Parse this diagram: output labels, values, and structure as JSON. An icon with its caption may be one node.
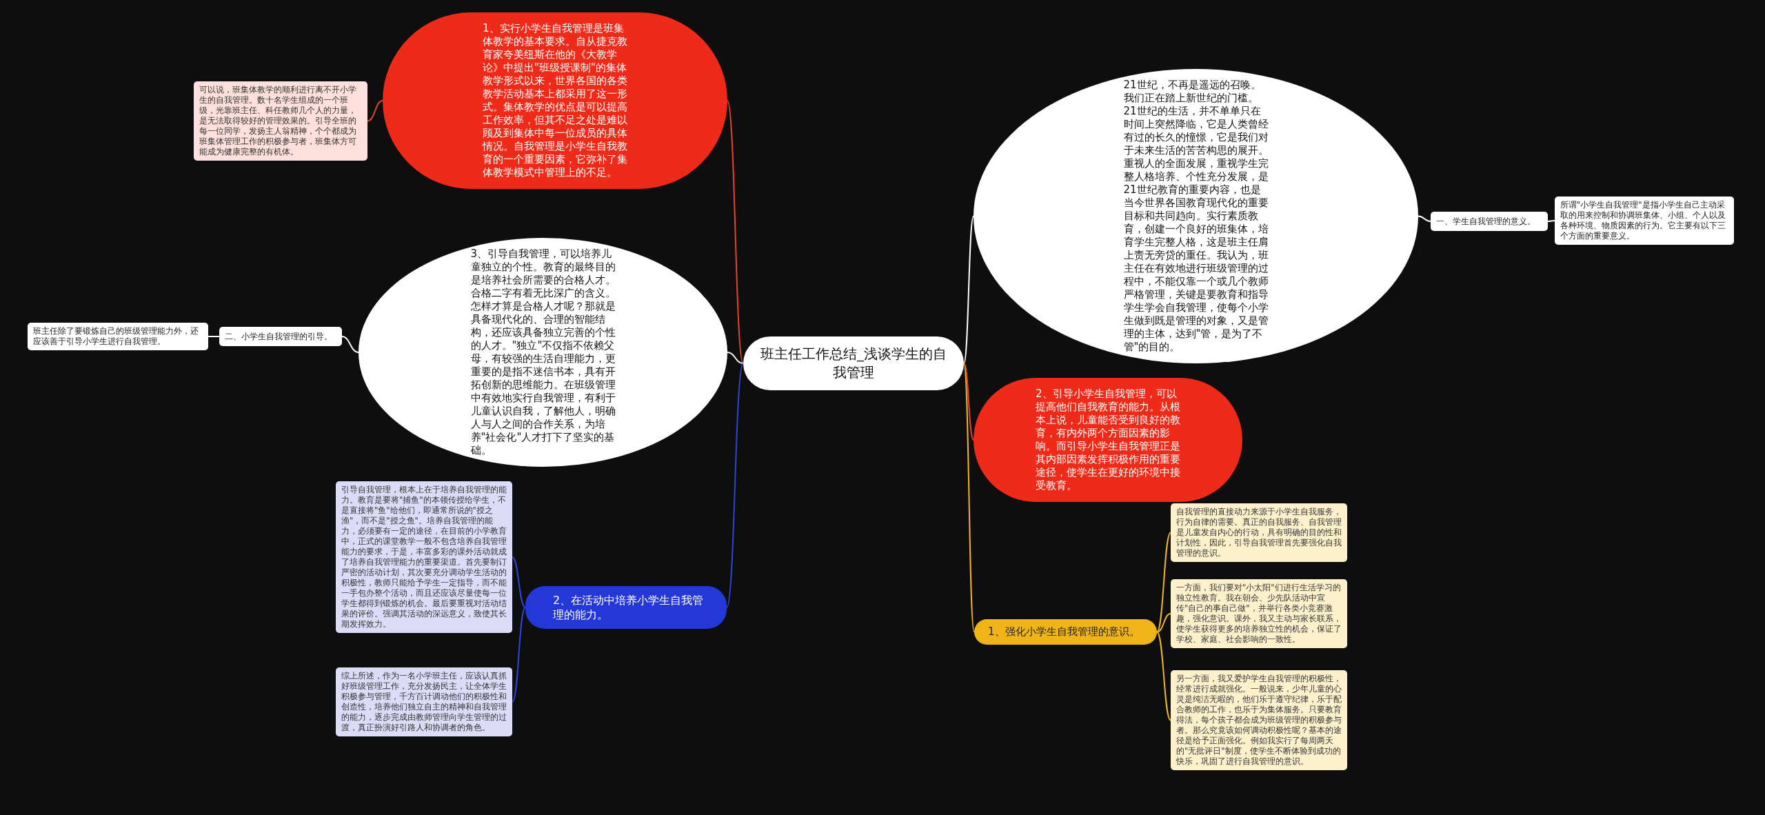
{
  "diagram": {
    "nodes": [
      {
        "text": [
          "班主任工作总结_浅谈学生的自我管理"
        ]
      },
      {
        "text": [
          "一、学生自我管理的意义。"
        ]
      },
      {
        "text": [
          "所谓\"小学生自我管理\"是指小学生自己主动采取的用来控制和协调班集体、小组、个人以及各种环境、物质因素的行为。它主要有以下三个方面的重要意义。"
        ]
      },
      {
        "text": [
          "21世纪，不再是遥远的召唤。我们正在踏上新世纪的门槛。21世纪的生活，并不单单只在时间上突然降临，它是人类曾经有过的长久的憧憬，它是我们对于未来生活的苦苦构思的展开。重视人的全面发展，重视学生完整人格培养、个性充分发展，是21世纪教育的重要内容，也是当今世界各国教育现代化的重要目标和共同趋向。实行素质教育，创建一个良好的班集体，培育学生完整人格，这是班主任肩上责无旁贷的重任。我认为，班主任在有效地进行班级管理的过程中，不能仅靠一个或几个教师严格管理，关键是要教育和指导学生学会自我管理，使每个小学生做到既是管理的对象，又是管理的主体，达到\"管，是为了不管\"的目的。"
        ]
      },
      {
        "text": [
          "1、实行小学生自我管理是班集体教学的基本要求。自从捷克教育家夸美纽斯在他的《大教学论》中提出\"班级授课制\"的集体教学形式以来，世界各国的各类教学活动基本上都采用了这一形式。集体教学的优点是可以提高工作效率，但其不足之处是难以顾及到集体中每一位成员的具体情况。自我管理是小学生自我教育的一个重要因素，它弥补了集体教学模式中管理上的不足。"
        ]
      },
      {
        "text": [
          "可以说，班集体教学的顺利进行离不开小学生的自我管理。数十名学生组成的一个班级，光靠班主任、科任教师几个人的力量，是无法取得较好的管理效果的。引导全班的每一位同学，发扬主人翁精神，个个都成为班集体管理工作的积极参与者，班集体方可能成为健康完整的有机体。"
        ]
      },
      {
        "text": [
          "3、引导自我管理，可以培养儿童独立的个性。教育的最终目的是培养社会所需要的合格人才。合格二字有着无比深广的含义。怎样才算是合格人才呢？那就是具备现代化的、合理的智能结构，还应该具备独立完善的个性的人才。\"独立\"不仅指不依赖父母，有较强的生活自理能力，更重要的是指不迷信书本，具有开拓创新的思维能力。在班级管理中有效地实行自我管理，有利于儿童认识自我，了解他人，明确人与人之间的合作关系，为培养\"社会化\"人才打下了坚实的基础。"
        ]
      },
      {
        "text": [
          "二、小学生自我管理的引导。"
        ]
      },
      {
        "text": [
          "班主任除了要锻炼自己的班级管理能力外，还应该善于引导小学生进行自我管理。"
        ]
      },
      {
        "text": [
          "2、引导小学生自我管理，可以提高他们自我教育的能力。从根本上说，儿童能否受到良好的教育，有内外两个方面因素的影响。而引导小学生自我管理正是其内部因素发挥积极作用的重要途径，使学生在更好的环境中接受教育。"
        ]
      },
      {
        "text": [
          "2、在活动中培养小学生自我管理的能力。"
        ]
      },
      {
        "text": [
          "引导自我管理，根本上在于培养自我管理的能力。教育是要将\"捕鱼\"的本领传授给学生，不是直接将\"鱼\"给他们，即通常所说的\"授之渔\"，而不是\"授之鱼\"。培养自我管理的能力，必须要有一定的途径，在目前的小学教育中，正式的课堂教学一般不包含培养自我管理能力的要求，于是，丰富多彩的课外活动就成了培养自我管理能力的重要渠道。首先要制订严密的活动计划，其次要充分调动学生活动的积极性，教师只能给予学生一定指导，而不能一手包办整个活动，而且还应该尽量使每一位学生都得到锻炼的机会。最后要重视对活动结果的评价。强调其活动的深远意义，致使其长期发挥效力。"
        ]
      },
      {
        "text": [
          "综上所述，作为一名小学班主任，应该认真抓好班级管理工作，充分发扬民主，让全体学生积极参与管理，千方百计调动他们的积极性和创造性，培养他们独立自主的精神和自我管理的能力，逐步完成由教师管理向学生管理的过渡，真正扮演好引路人和协调者的角色。"
        ]
      },
      {
        "text": [
          "1、强化小学生自我管理的意识。"
        ]
      },
      {
        "text": [
          "自我管理的直接动力来源于小学生自我服务，行为自律的需要。真正的自我服务、自我管理是儿童发自内心的行动，具有明确的目的性和计划性，因此，引导自我管理首先要强化自我管理的意识。"
        ]
      },
      {
        "text": [
          "一方面，我们要对\"小太阳\"们进行生活学习的独立性教育。我在朝会、少先队活动中宣传\"自己的事自己做\"，并举行各类小竞赛激趣，强化意识。课外，我又主动与家长联系，使学生获得更多的培养独立性的机会，保证了学校、家庭、社会影响的一致性。"
        ]
      },
      {
        "text": [
          "另一方面，我又爱护学生自我管理的积极性，经常进行成就强化。一般说来，少年儿童的心灵是纯洁无暇的，他们乐于遵守纪律，乐于配合教师的工作，也乐于为集体服务。只要教育得法，每个孩子都会成为班级管理的积极参与者。那么究竟该如何调动积极性呢？基本的途径是给予正面强化。例如我实行了每周两天的\"无批评日\"制度，使学生不断体验到成功的快乐，巩固了进行自我管理的意识。"
        ]
      }
    ],
    "edges": [
      {
        "from": 0,
        "to": 3,
        "arrow": "none"
      },
      {
        "from": 3,
        "to": 1,
        "arrow": "none"
      },
      {
        "from": 1,
        "to": 2,
        "arrow": "none"
      },
      {
        "from": 0,
        "to": 4,
        "arrow": "none",
        "color": "#e8452c"
      },
      {
        "from": 4,
        "to": 5,
        "arrow": "none",
        "color": "#e8452c"
      },
      {
        "from": 0,
        "to": 6,
        "arrow": "none"
      },
      {
        "from": 6,
        "to": 7,
        "arrow": "none"
      },
      {
        "from": 7,
        "to": 8,
        "arrow": "none"
      },
      {
        "from": 0,
        "to": 9,
        "arrow": "none",
        "color": "#e8452c"
      },
      {
        "from": 0,
        "to": 10,
        "arrow": "none",
        "color": "#2f45d6"
      },
      {
        "from": 10,
        "to": 11,
        "arrow": "none",
        "color": "#2f45d6"
      },
      {
        "from": 10,
        "to": 12,
        "arrow": "none",
        "color": "#2f45d6"
      },
      {
        "from": 0,
        "to": 13,
        "arrow": "none",
        "color": "#f0b81c"
      },
      {
        "from": 13,
        "to": 14,
        "arrow": "none",
        "color": "#f0b81c"
      },
      {
        "from": 13,
        "to": 15,
        "arrow": "none",
        "color": "#f0b81c"
      },
      {
        "from": 13,
        "to": 16,
        "arrow": "none",
        "color": "#f0b81c"
      }
    ]
  }
}
